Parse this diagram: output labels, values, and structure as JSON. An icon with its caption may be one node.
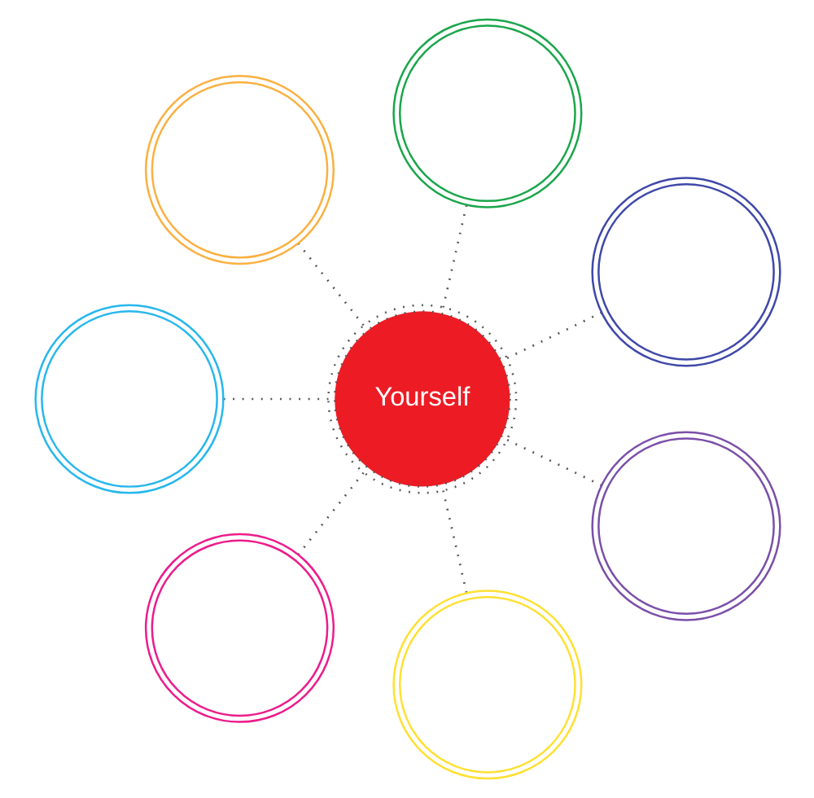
{
  "diagram": {
    "nodes": [
      {
        "text": [],
        "shape": "circle"
      },
      {
        "text": [],
        "shape": "circle"
      },
      {
        "text": [],
        "shape": "circle"
      },
      {
        "text": [
          "Yourself"
        ]
      },
      {
        "text": [],
        "shape": "circle"
      },
      {
        "text": [],
        "shape": "circle"
      },
      {
        "text": [],
        "shape": "circle"
      },
      {
        "text": [],
        "shape": "circle"
      }
    ],
    "edges": [
      {
        "from": 3,
        "to": 0,
        "arrow": "none"
      },
      {
        "from": 3,
        "to": 1,
        "arrow": "none"
      },
      {
        "from": 3,
        "to": 2,
        "arrow": "none"
      },
      {
        "from": 3,
        "to": 4,
        "arrow": "none"
      },
      {
        "from": 3,
        "to": 5,
        "arrow": "none"
      },
      {
        "from": 3,
        "to": 6,
        "arrow": "none"
      },
      {
        "from": 3,
        "to": 7,
        "arrow": "none"
      }
    ]
  }
}
